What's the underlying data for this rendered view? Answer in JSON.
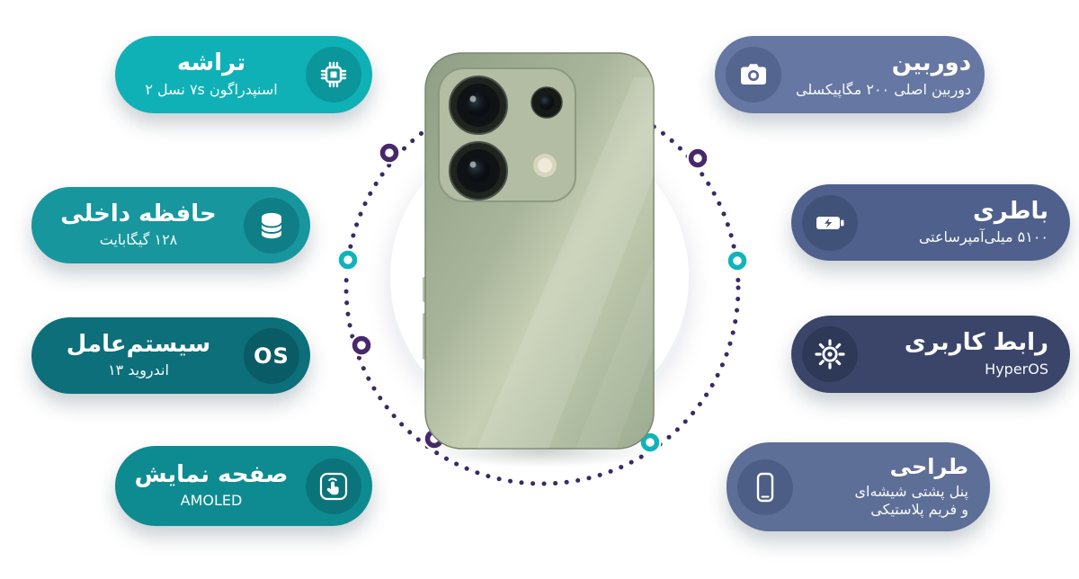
{
  "page": {
    "background": "#ffffff"
  },
  "decoration": {
    "dot_color": "#3a2a63",
    "ring_purple": "#46286b",
    "ring_teal": "#10b4b8"
  },
  "phone": {
    "description": "green smartphone back with dual large cameras"
  },
  "left_pills": [
    {
      "id": "chipset",
      "title": "تراشه",
      "subtitle": "اسنپدراگون ۷s نسل ۲",
      "color": "#0fb1b6",
      "icon_color": "#0a969b",
      "icon": "chip-icon"
    },
    {
      "id": "storage",
      "title": "حافظه داخلی",
      "subtitle": "۱۲۸ گیگابایت",
      "color": "#17969d",
      "icon_color": "#0f7e86",
      "icon": "database-icon"
    },
    {
      "id": "os",
      "title": "سیستم‌عامل",
      "subtitle": "اندروید ۱۳",
      "color": "#0c6f7a",
      "icon_color": "#095c66",
      "icon": "os-badge",
      "icon_text": "OS"
    },
    {
      "id": "display",
      "title": "صفحه نمایش",
      "subtitle": "AMOLED",
      "color": "#0e8b90",
      "icon_color": "#0b747a",
      "icon": "touch-icon"
    }
  ],
  "right_pills": [
    {
      "id": "camera",
      "title": "دوربین",
      "subtitle": "دوربین اصلی ۲۰۰ مگاپیکسلی",
      "color": "#6577a2",
      "icon_color": "#54658f",
      "icon": "camera-icon"
    },
    {
      "id": "battery",
      "title": "باطری",
      "subtitle": "۵۱۰۰ میلی‌آمپرساعتی",
      "color": "#4f608c",
      "icon_color": "#415278",
      "icon": "battery-icon"
    },
    {
      "id": "ui",
      "title": "رابط کاربری",
      "subtitle": "HyperOS",
      "color": "#3a4569",
      "icon_color": "#2e3857",
      "icon": "gear-icon"
    },
    {
      "id": "design",
      "title": "طراحی",
      "subtitle": "پنل پشتی شیشه‌ای",
      "subtitle2": "و فریم پلاستیکی",
      "color": "#5d6e97",
      "icon_color": "#4c5d86",
      "icon": "smartphone-icon"
    }
  ]
}
